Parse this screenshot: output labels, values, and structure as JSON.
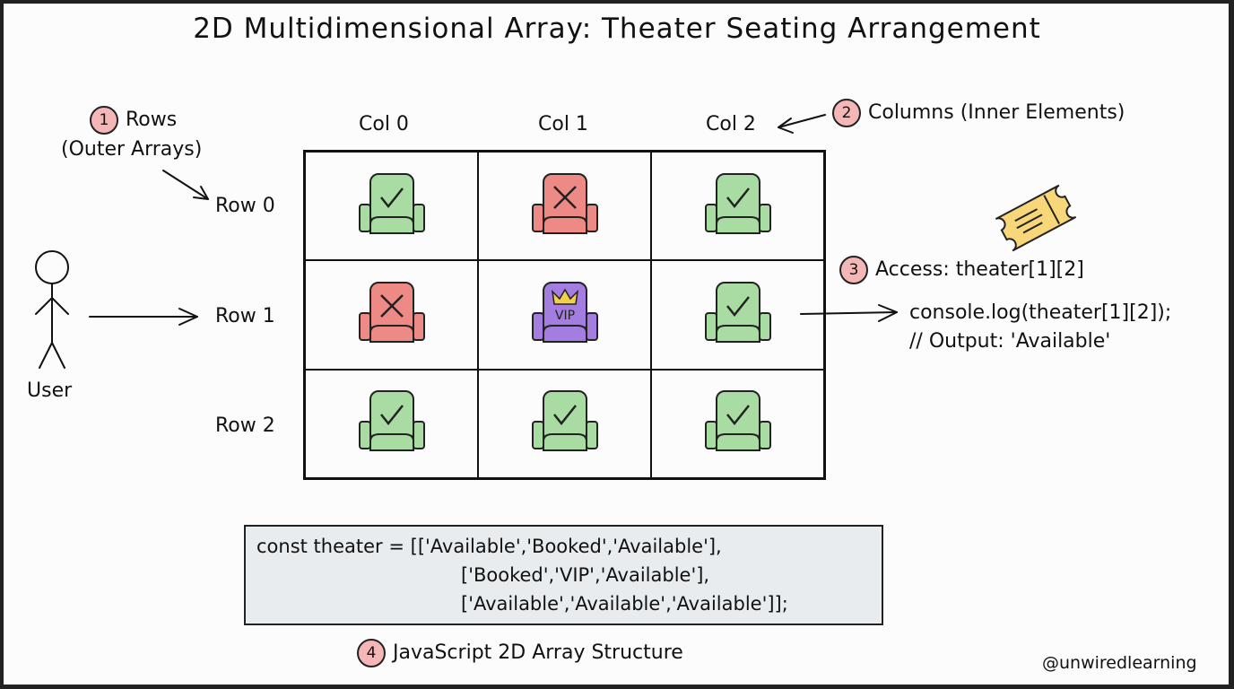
{
  "title": "2D Multidimensional Array: Theater Seating Arrangement",
  "annotations": {
    "rows": {
      "num": "1",
      "line1": "Rows",
      "line2": "(Outer Arrays)"
    },
    "columns": {
      "num": "2",
      "label": "Columns (Inner Elements)"
    },
    "access": {
      "num": "3",
      "label": "Access: theater[1][2]",
      "code1": "console.log(theater[1][2]);",
      "code2": "// Output: 'Available'"
    },
    "structure": {
      "num": "4",
      "label": "JavaScript 2D Array Structure"
    }
  },
  "col_labels": [
    "Col 0",
    "Col 1",
    "Col 2"
  ],
  "row_labels": [
    "Row 0",
    "Row 1",
    "Row 2"
  ],
  "user_label": "User",
  "seats": [
    [
      "Available",
      "Booked",
      "Available"
    ],
    [
      "Booked",
      "VIP",
      "Available"
    ],
    [
      "Available",
      "Available",
      "Available"
    ]
  ],
  "vip_text": "VIP",
  "seat_colors": {
    "Available": "#a9dca2",
    "Booked": "#ee8a86",
    "VIP": "#a47de0",
    "crown": "#f2cf4a",
    "ticket": "#f7d77a"
  },
  "code_lines": [
    "const theater = [['Available','Booked','Available'],",
    "['Booked','VIP','Available'],",
    "['Available','Available','Available']];"
  ],
  "watermark": "@unwiredlearning"
}
